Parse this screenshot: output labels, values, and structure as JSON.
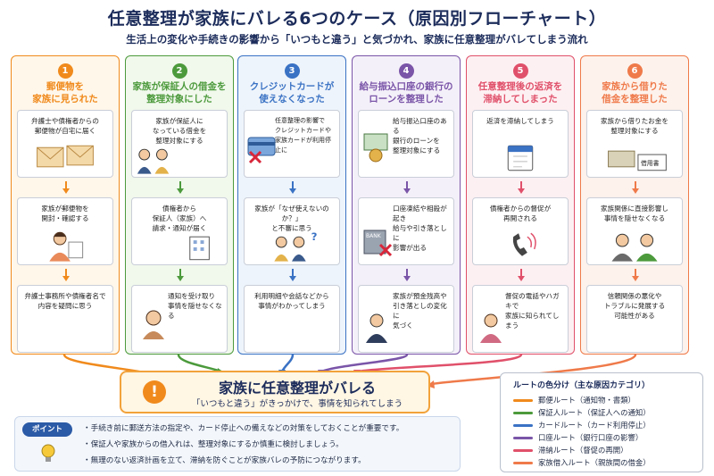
{
  "header": {
    "title": "任意整理が家族にバレる6つのケース（原因別フローチャート）",
    "subtitle": "生活上の変化や手続きの影響から「いつもと違う」と気づかれ、家族に任意整理がバレてしまう流れ"
  },
  "columns": [
    {
      "num": "1",
      "title": "郵便物を\n家族に見られた",
      "color": "#f08a1c",
      "bg": "#fff7ea",
      "steps": [
        "弁護士や債権者からの\n郵便物が自宅に届く",
        "家族が郵便物を\n開封・確認する",
        "弁護士事務所や債権者名で\n内容を疑問に思う"
      ]
    },
    {
      "num": "2",
      "title": "家族が保証人の借金を\n整理対象にした",
      "color": "#4c9a3c",
      "bg": "#f1f8ec",
      "steps": [
        "家族が保証人に\nなっている借金を\n整理対象にする",
        "債権者から\n保証人（家族）へ\n請求・通知が届く",
        "通知を受け取り\n事情を隠せなくなる"
      ]
    },
    {
      "num": "3",
      "title": "クレジットカードが\n使えなくなった",
      "color": "#3a72c4",
      "bg": "#eef4fb",
      "steps": [
        "任意整理の影響で\nクレジットカードや\n家族カードが利用停止に",
        "家族が「なぜ使えないのか？」\nと不審に思う",
        "利用明細や会話などから\n事情がわかってしまう"
      ]
    },
    {
      "num": "4",
      "title": "給与振込口座の銀行の\nローンを整理した",
      "color": "#7a55a8",
      "bg": "#f4f0f9",
      "steps": [
        "給与振込口座のある\n銀行のローンを\n整理対象にする",
        "口座凍結や相殺が起き\n給与や引き落としに\n影響が出る",
        "家族が預金残高や\n引き落としの変化に\n気づく"
      ]
    },
    {
      "num": "5",
      "title": "任意整理後の返済を\n滞納してしまった",
      "color": "#e0506a",
      "bg": "#fdf0f2",
      "steps": [
        "返済を滞納してしまう",
        "債権者からの督促が\n再開される",
        "督促の電話やハガキで\n家族に知られてしまう"
      ]
    },
    {
      "num": "6",
      "title": "家族から借りた\n借金を整理した",
      "color": "#ef7a4a",
      "bg": "#fdf2ec",
      "steps": [
        "家族から借りたお金を\n整理対象にする",
        "家族関係に直接影響し\n事情を隠せなくなる",
        "信頼関係の悪化や\nトラブルに発展する\n可能性がある"
      ]
    }
  ],
  "illustration_labels": {
    "bank": "BANK",
    "bond": "借用書",
    "question": "?"
  },
  "result": {
    "icon": "!",
    "title": "家族に任意整理がバレる",
    "subtitle": "「いつもと違う」がきっかけで、事情を知られてしまう"
  },
  "tips": {
    "badge": "ポイント",
    "items": [
      "・手続き前に郵送方法の指定や、カード停止への備えなどの対策をしておくことが重要です。",
      "・保証人や家族からの借入れは、整理対象にするか慎重に検討しましょう。",
      "・無理のない返済計画を立て、滞納を防ぐことが家族バレの予防につながります。"
    ]
  },
  "legend": {
    "title": "ルートの色分け（主な原因カテゴリ）",
    "items": [
      {
        "label": "郵便ルート（通知物・書類）",
        "color": "#f08a1c"
      },
      {
        "label": "保証人ルート（保証人への通知）",
        "color": "#4c9a3c"
      },
      {
        "label": "カードルート（カード利用停止）",
        "color": "#3a72c4"
      },
      {
        "label": "口座ルート（銀行口座の影響）",
        "color": "#7a55a8"
      },
      {
        "label": "滞納ルート（督促の再開）",
        "color": "#e0506a"
      },
      {
        "label": "家族借入ルート（親族間の借金）",
        "color": "#ef7a4a"
      }
    ]
  }
}
